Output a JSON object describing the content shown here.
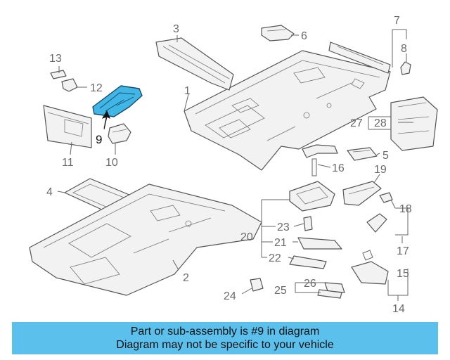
{
  "callouts": {
    "c1": "1",
    "c2": "2",
    "c3": "3",
    "c4": "4",
    "c5": "5",
    "c6": "6",
    "c7": "7",
    "c8": "8",
    "c9": "9",
    "c10": "10",
    "c11": "11",
    "c12": "12",
    "c13": "13",
    "c14": "14",
    "c15": "15",
    "c16": "16",
    "c17": "17",
    "c18": "18",
    "c19": "19",
    "c20": "20",
    "c21": "21",
    "c22": "22",
    "c23": "23",
    "c24": "24",
    "c25": "25",
    "c26": "26",
    "c27": "27",
    "c28": "28"
  },
  "highlighted_part": "9",
  "banner": {
    "line1": "Part or sub-assembly is #9 in diagram",
    "line2": "Diagram may not be specific to your vehicle"
  },
  "colors": {
    "highlight": "#3fb6e6",
    "banner_bg": "#5bc0eb",
    "line": "#555555"
  }
}
